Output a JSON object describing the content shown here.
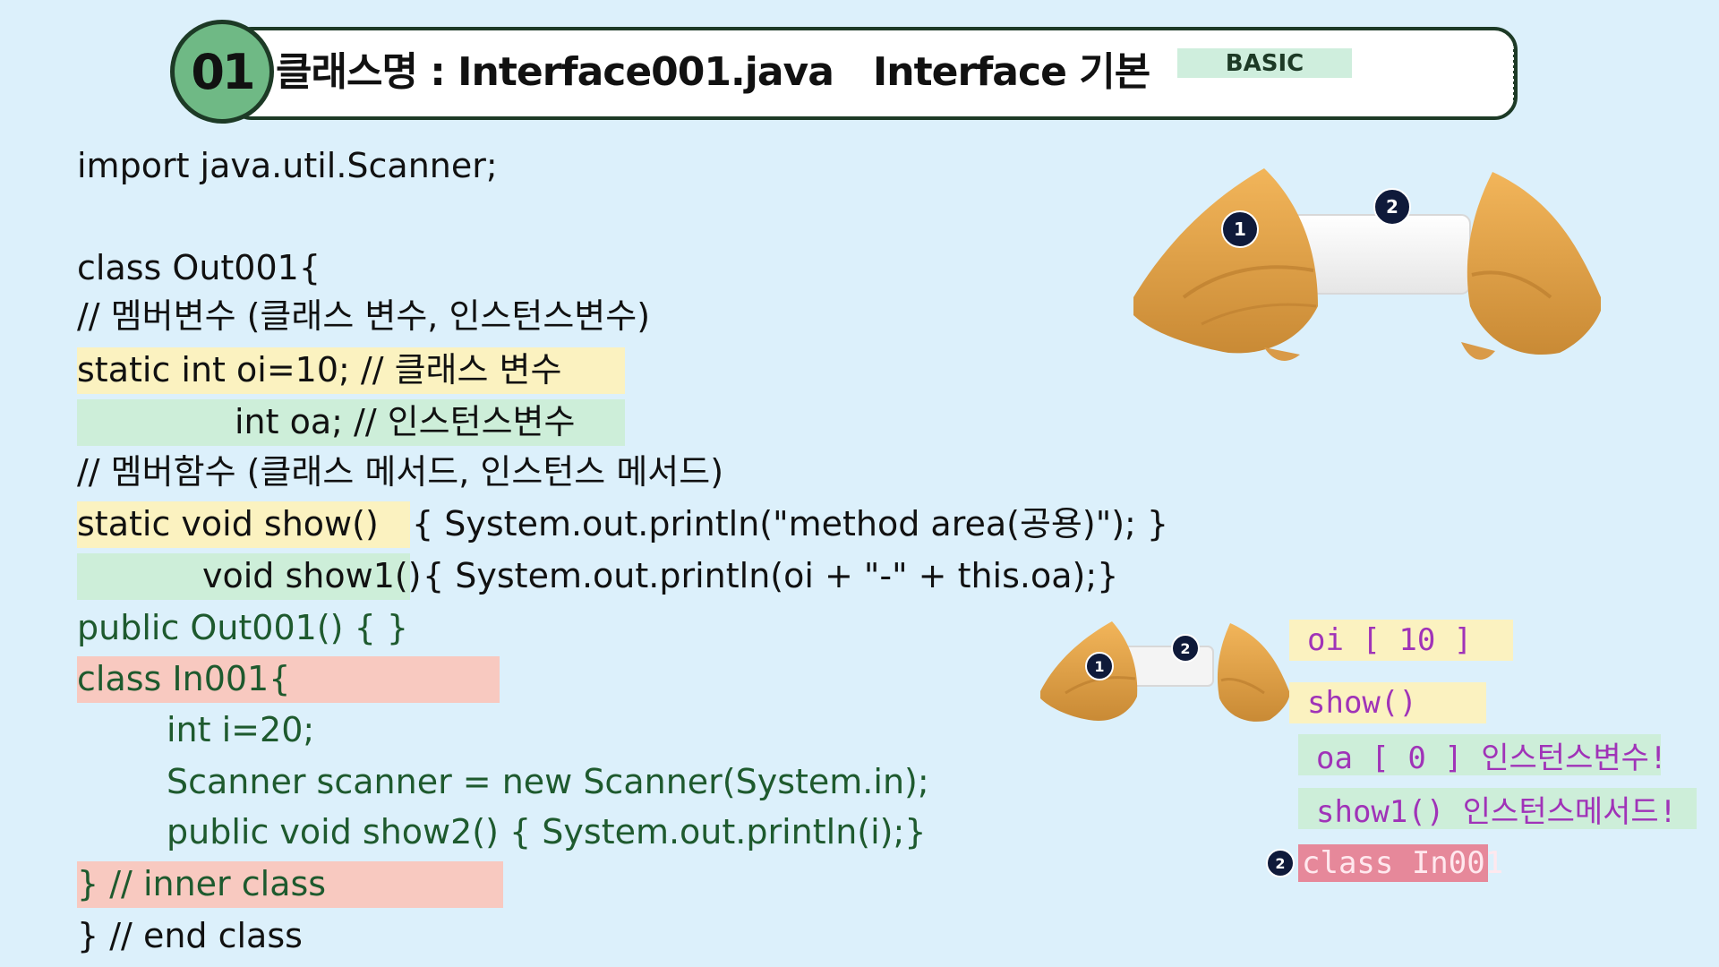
{
  "header": {
    "number": "01",
    "title": "클래스명 : Interface001.java",
    "subtitle": "Interface 기본",
    "badge": "BASIC"
  },
  "code_lines": [
    "import java.util.Scanner;",
    "class Out001{",
    " // 멤버변수 (클래스 변수, 인스턴스변수)",
    " static int oi=10; // 클래스 변수",
    "int oa; // 인스턴스변수",
    " // 멤버함수 (클래스 메서드, 인스턴스 메서드)",
    " static void show()",
    "{ System.out.println(\"method area(공용)\"); }",
    "void show1()",
    "{ System.out.println(oi + \"-\" + this.oa);}",
    " public Out001() { }",
    " class In001{",
    "int i=20;",
    "Scanner scanner = new Scanner(System.in);",
    "public void show2() { System.out.println(i);}",
    " } // inner class",
    "} // end class"
  ],
  "memory_labels": {
    "oi": "oi [ 10 ]",
    "show": "show()",
    "oa": "oa [ 0 ] 인스턴스변수!",
    "show1": "show1() 인스턴스메서드!",
    "inner": "class  In001"
  },
  "markers": {
    "one": "1",
    "two": "2"
  },
  "colors": {
    "background": "#dcf0fb",
    "highlight_yellow": "#fbf2c0",
    "highlight_green": "#cdeed9",
    "highlight_pink": "#f8c9c0",
    "code_green": "#1e5a2e",
    "label_purple": "#a033b8"
  }
}
